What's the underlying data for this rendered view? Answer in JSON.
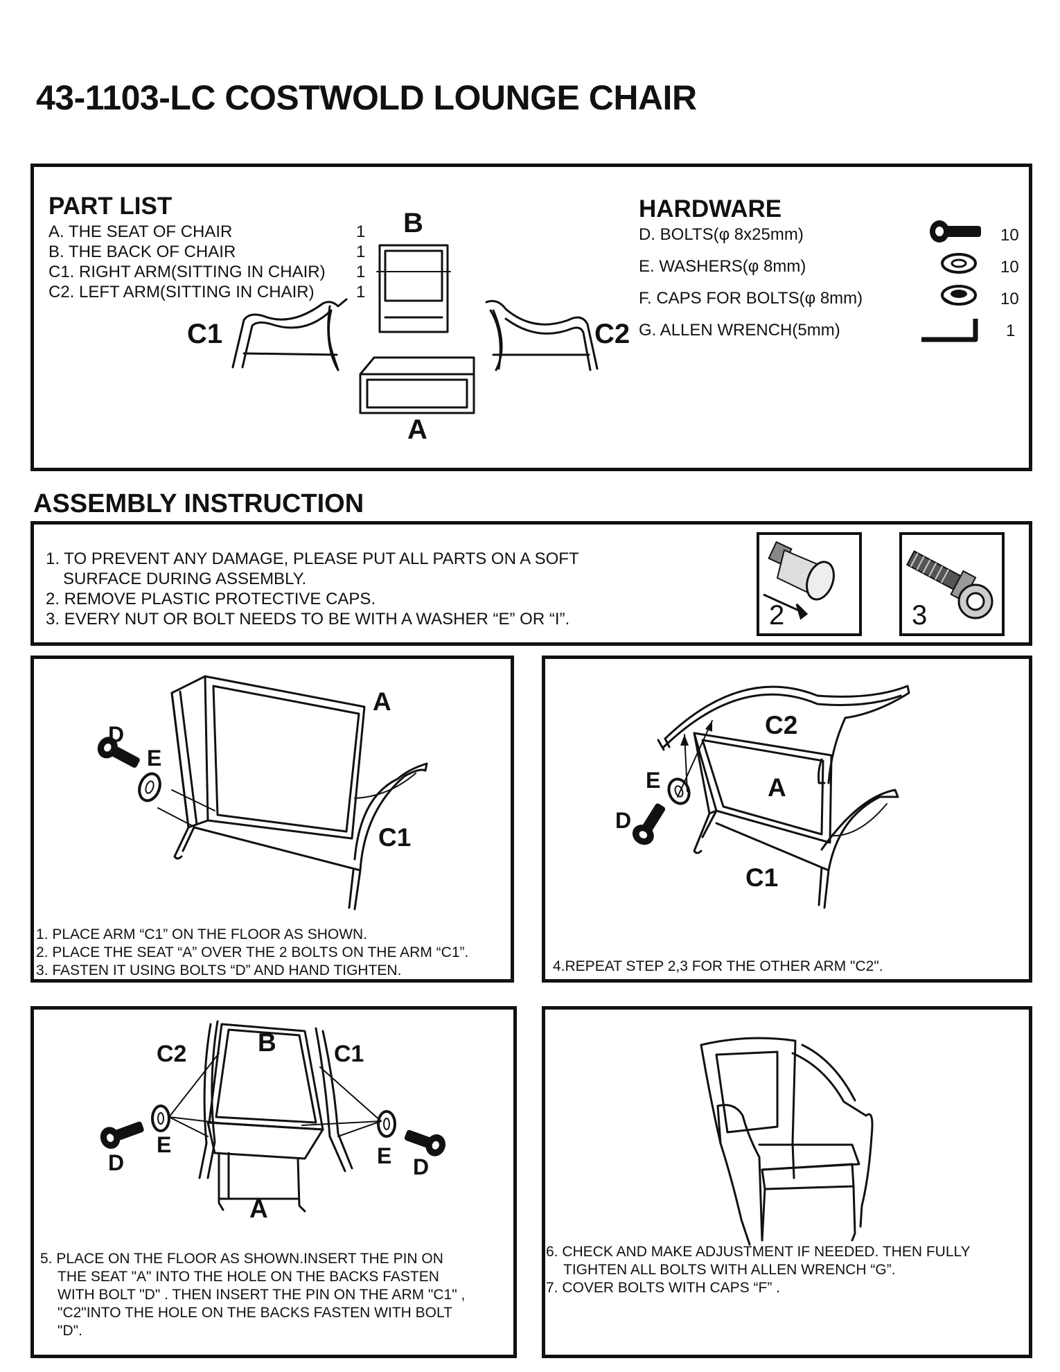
{
  "title": "43-1103-LC COSTWOLD LOUNGE CHAIR",
  "part_list": {
    "heading": "PART LIST",
    "items": [
      {
        "label": "A. THE SEAT OF CHAIR",
        "qty": "1"
      },
      {
        "label": "B. THE BACK OF CHAIR",
        "qty": "1"
      },
      {
        "label": "C1. RIGHT ARM(SITTING IN CHAIR)",
        "qty": "1"
      },
      {
        "label": "C2. LEFT ARM(SITTING IN CHAIR)",
        "qty": "1"
      }
    ],
    "diagram_labels": {
      "a": "A",
      "b": "B",
      "c1": "C1",
      "c2": "C2"
    }
  },
  "hardware": {
    "heading": "HARDWARE",
    "items": [
      {
        "label": "D. BOLTS(φ 8x25mm)",
        "qty": "10",
        "icon": "bolt-icon"
      },
      {
        "label": "E. WASHERS(φ 8mm)",
        "qty": "10",
        "icon": "washer-icon"
      },
      {
        "label": "F. CAPS FOR BOLTS(φ 8mm)",
        "qty": "10",
        "icon": "cap-icon"
      },
      {
        "label": "G. ALLEN WRENCH(5mm)",
        "qty": "1",
        "icon": "allen-wrench-icon"
      }
    ]
  },
  "assembly": {
    "heading": "ASSEMBLY INSTRUCTION",
    "notes": [
      "1. TO PREVENT ANY DAMAGE, PLEASE PUT ALL PARTS ON A SOFT",
      "SURFACE DURING ASSEMBLY.",
      "2. REMOVE PLASTIC PROTECTIVE CAPS.",
      "3. EVERY NUT OR BOLT NEEDS TO BE WITH A WASHER “E” OR “I”."
    ],
    "note_images": [
      {
        "number": "2"
      },
      {
        "number": "3"
      }
    ]
  },
  "steps": {
    "panel1": {
      "labels": {
        "a": "A",
        "c1": "C1",
        "d": "D",
        "e": "E"
      },
      "lines": [
        "1. PLACE ARM “C1” ON THE FLOOR AS SHOWN.",
        "2. PLACE THE SEAT “A” OVER THE 2 BOLTS ON THE ARM “C1”.",
        "3. FASTEN IT USING BOLTS “D” AND HAND TIGHTEN."
      ]
    },
    "panel2": {
      "labels": {
        "a": "A",
        "c1": "C1",
        "c2": "C2",
        "d": "D",
        "e": "E"
      },
      "lines": [
        "4.REPEAT STEP 2,3 FOR THE OTHER ARM \"C2\"."
      ]
    },
    "panel3": {
      "labels": {
        "a": "A",
        "b": "B",
        "c1": "C1",
        "c2": "C2",
        "d": "D",
        "e": "E"
      },
      "lines": [
        "5. PLACE ON THE FLOOR AS SHOWN.INSERT THE PIN ON",
        "THE SEAT \"A\" INTO THE HOLE ON THE BACKS FASTEN",
        "WITH BOLT \"D\" . THEN INSERT THE PIN ON THE ARM \"C1\" ,",
        "\"C2\"INTO THE HOLE ON THE BACKS FASTEN WITH BOLT",
        "\"D\"."
      ]
    },
    "panel4": {
      "lines": [
        "6. CHECK AND MAKE ADJUSTMENT IF NEEDED. THEN FULLY",
        "TIGHTEN ALL BOLTS WITH ALLEN WRENCH “G”.",
        "7. COVER BOLTS WITH CAPS “F” ."
      ]
    }
  }
}
